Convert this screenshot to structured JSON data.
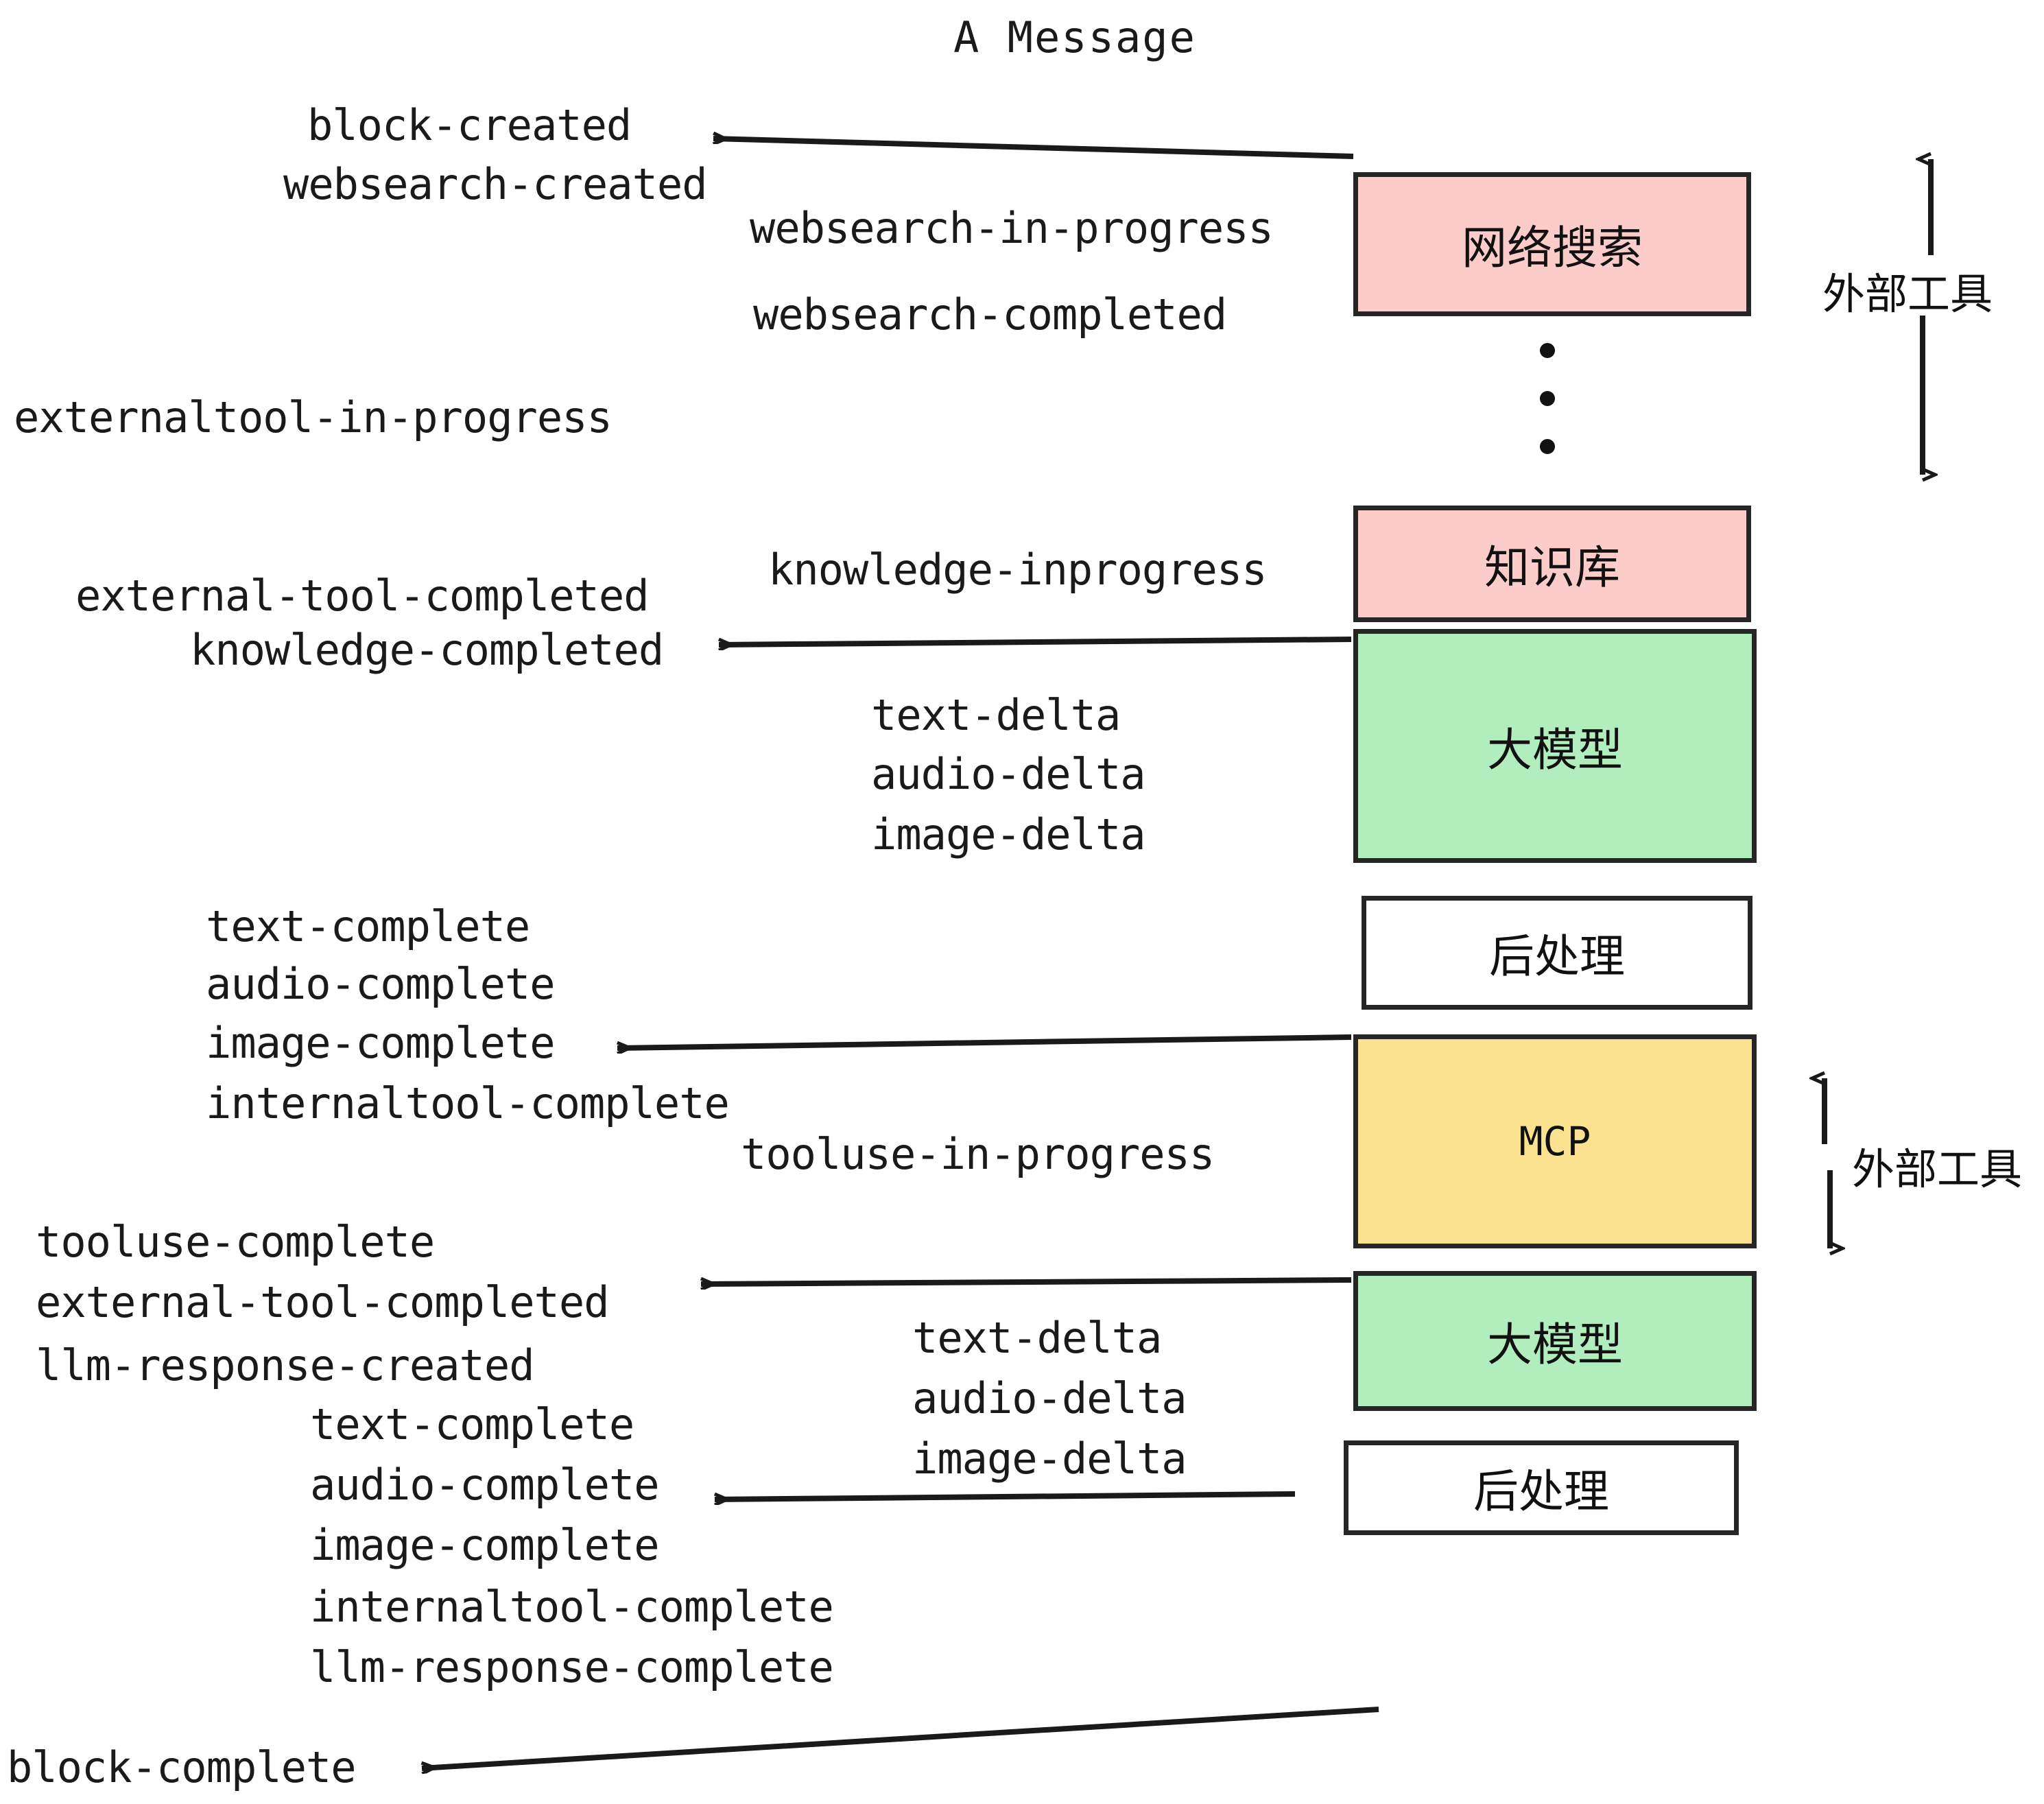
{
  "title": "A Message",
  "colors": {
    "tool_pink": "#fcccca",
    "llm_green": "#b2edbe",
    "mcp_yellow": "#fbe291",
    "postprocess_white": "#ffffff",
    "stroke": "#262626",
    "text": "#1a1a1a"
  },
  "boxes": [
    {
      "id": "websearch",
      "label": "网络搜索",
      "color": "tool_pink"
    },
    {
      "id": "knowledge",
      "label": "知识库",
      "color": "tool_pink"
    },
    {
      "id": "llm-1",
      "label": "大模型",
      "color": "llm_green"
    },
    {
      "id": "postprocess-1",
      "label": "后处理",
      "color": "postprocess_white"
    },
    {
      "id": "mcp",
      "label": "MCP",
      "color": "mcp_yellow"
    },
    {
      "id": "llm-2",
      "label": "大模型",
      "color": "llm_green"
    },
    {
      "id": "postprocess-2",
      "label": "后处理",
      "color": "postprocess_white"
    }
  ],
  "side_labels": [
    {
      "id": "external-tool-top",
      "label": "外部工具"
    },
    {
      "id": "external-tool-bottom",
      "label": "外部工具"
    }
  ],
  "events": [
    {
      "id": "ev-01",
      "text": "block-created"
    },
    {
      "id": "ev-02",
      "text": "websearch-created"
    },
    {
      "id": "ev-03",
      "text": "websearch-in-progress"
    },
    {
      "id": "ev-04",
      "text": "websearch-completed"
    },
    {
      "id": "ev-05",
      "text": "externaltool-in-progress"
    },
    {
      "id": "ev-06",
      "text": "knowledge-inprogress"
    },
    {
      "id": "ev-07",
      "text": "external-tool-completed"
    },
    {
      "id": "ev-08",
      "text": "knowledge-completed"
    },
    {
      "id": "ev-09",
      "text": "text-delta"
    },
    {
      "id": "ev-10",
      "text": "audio-delta"
    },
    {
      "id": "ev-11",
      "text": "image-delta"
    },
    {
      "id": "ev-12",
      "text": "text-complete"
    },
    {
      "id": "ev-13",
      "text": "audio-complete"
    },
    {
      "id": "ev-14",
      "text": "image-complete"
    },
    {
      "id": "ev-15",
      "text": "internaltool-complete"
    },
    {
      "id": "ev-16",
      "text": "tooluse-in-progress"
    },
    {
      "id": "ev-17",
      "text": "tooluse-complete"
    },
    {
      "id": "ev-18",
      "text": "external-tool-completed"
    },
    {
      "id": "ev-19",
      "text": "llm-response-created"
    },
    {
      "id": "ev-20",
      "text": "text-complete"
    },
    {
      "id": "ev-21",
      "text": "audio-complete"
    },
    {
      "id": "ev-22",
      "text": "image-complete"
    },
    {
      "id": "ev-23",
      "text": "internaltool-complete"
    },
    {
      "id": "ev-24",
      "text": "llm-response-complete"
    },
    {
      "id": "ev-25",
      "text": "text-delta"
    },
    {
      "id": "ev-26",
      "text": "audio-delta"
    },
    {
      "id": "ev-27",
      "text": "image-delta"
    },
    {
      "id": "ev-28",
      "text": "block-complete"
    }
  ],
  "ellipsis_dots": 3
}
